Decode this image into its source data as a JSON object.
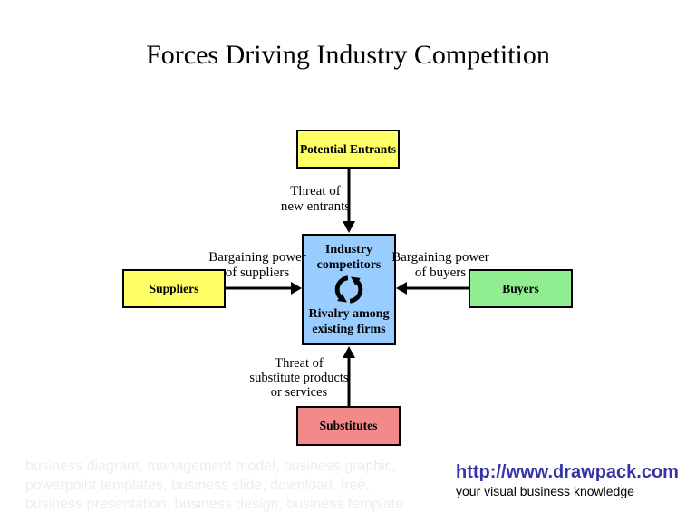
{
  "slide": {
    "title": "Forces Driving Industry Competition",
    "background": "#FFFFFF"
  },
  "diagram": {
    "boxes": {
      "potential_entrants": {
        "label": "Potential Entrants",
        "fill": "#FFFF66"
      },
      "suppliers": {
        "label": "Suppliers",
        "fill": "#FFFF66"
      },
      "buyers": {
        "label": "Buyers",
        "fill": "#90EE90"
      },
      "substitutes": {
        "label": "Substitutes",
        "fill": "#F28A8A"
      },
      "industry_competitors": {
        "top_label": "Industry\ncompetitors",
        "bottom_label": "Rivalry among\nexisting firms",
        "fill": "#99CCFF",
        "icon": "cycle-arrows-icon"
      }
    },
    "arrow_labels": {
      "threat_new_entrants": "Threat of\nnew entrants",
      "bargaining_suppliers": "Bargaining power\nof suppliers",
      "bargaining_buyers": "Bargaining power\nof buyers",
      "threat_substitutes": "Threat of\nsubstitute products\nor services"
    },
    "arrow_color": "#000000"
  },
  "footer": {
    "watermark": "business diagram, management model, business graphic,\npowerpoint templates, business slide, download, free,\nbusiness presentation, business design, business template",
    "watermark_color": "#EDEDED",
    "url": "http://www.drawpack.com",
    "url_color": "#3333AA",
    "tagline": "your visual business knowledge"
  }
}
